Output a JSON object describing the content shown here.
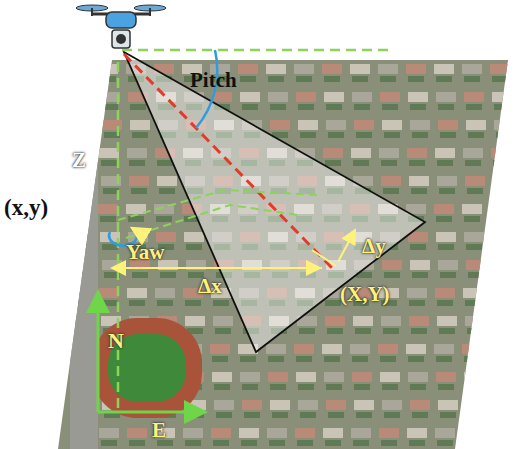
{
  "diagram": {
    "labels": [
      "Pitch",
      "Z",
      "(x,y)",
      "Yaw",
      "Δx",
      "Δy",
      "(X,Y)",
      "N",
      "E"
    ]
  }
}
